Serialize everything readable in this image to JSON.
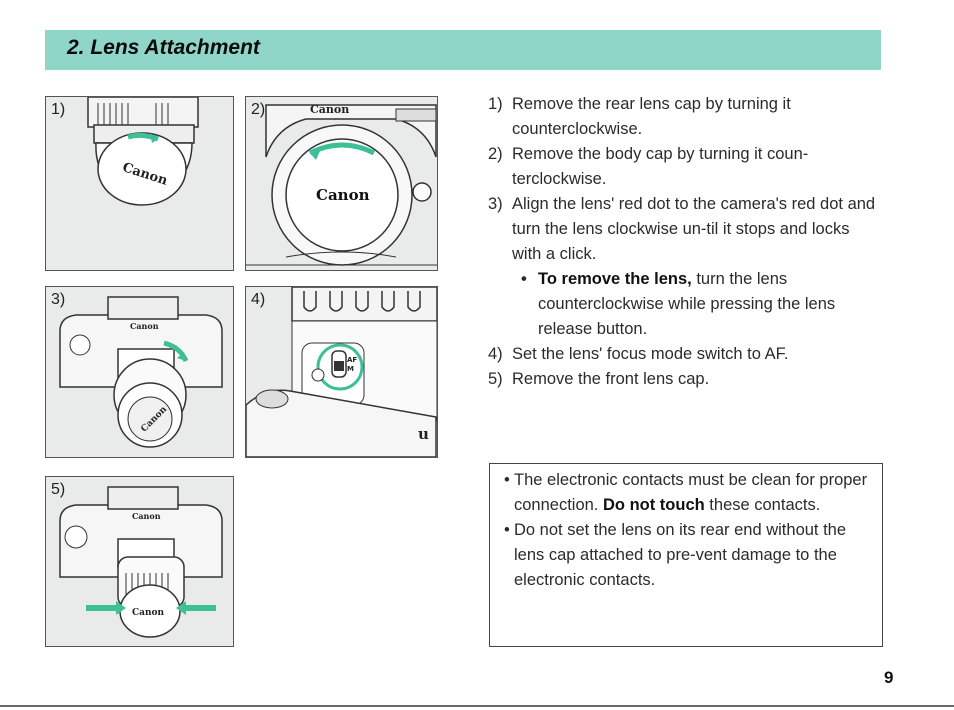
{
  "header": {
    "title": "2. Lens Attachment",
    "color": "#8fd6c8"
  },
  "figures": [
    {
      "num": "1)",
      "brand": "Canon"
    },
    {
      "num": "2)",
      "brand": "Canon",
      "brand2": "Canon"
    },
    {
      "num": "3)",
      "brand": "Canon",
      "brand2": "Canon"
    },
    {
      "num": "4)",
      "af": "AF",
      "m": "M",
      "scale": "35"
    },
    {
      "num": "5)",
      "brand": "Canon",
      "brand2": "Canon"
    }
  ],
  "steps": [
    {
      "num": "1)",
      "text": "Remove the rear lens cap by turning it counterclockwise."
    },
    {
      "num": "2)",
      "text": "Remove the body cap by turning it coun-terclockwise."
    },
    {
      "num": "3)",
      "text": "Align the lens' red dot to the camera's red dot and turn the lens clockwise un-til it stops and locks with a click."
    }
  ],
  "bullet": {
    "bold": "To remove the lens,",
    "text": " turn the lens counterclockwise while pressing the lens release button."
  },
  "steps_after": [
    {
      "num": "4)",
      "text": "Set the lens' focus mode switch to AF."
    },
    {
      "num": "5)",
      "text": "Remove the front lens cap."
    }
  ],
  "note": {
    "item1_pre": "The electronic contacts must be clean for proper connection. ",
    "item1_bold": "Do not touch",
    "item1_post": " these contacts.",
    "item2": "Do not set the lens on its rear end without the lens cap attached to pre-vent damage to the electronic contacts."
  },
  "page_number": "9",
  "accent": "#3dbf98"
}
